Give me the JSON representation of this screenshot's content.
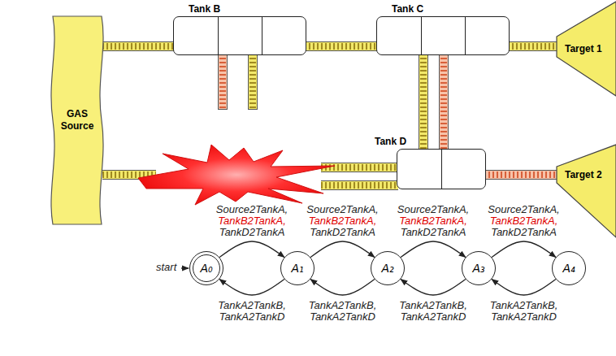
{
  "diagram": {
    "nodes": [
      {
        "text": [
          "GAS Source"
        ]
      },
      {
        "text": [
          "Tank B"
        ]
      },
      {
        "text": [
          "Tank C"
        ]
      },
      {
        "text": [
          "Tank D"
        ]
      },
      {
        "text": [
          "Target 1"
        ]
      },
      {
        "text": [
          "Target 2"
        ]
      },
      {
        "text": [
          "A₀"
        ]
      },
      {
        "text": [
          "A₁"
        ]
      },
      {
        "text": [
          "A₂"
        ]
      },
      {
        "text": [
          "A₃"
        ]
      },
      {
        "text": [
          "A₄"
        ]
      }
    ],
    "edges": [
      {
        "from": 0,
        "to": 1,
        "arrow": "none"
      },
      {
        "from": 1,
        "to": 2,
        "arrow": "none"
      },
      {
        "from": 2,
        "to": 4,
        "arrow": "none"
      },
      {
        "from": 2,
        "to": 3,
        "arrow": "none"
      },
      {
        "from": 2,
        "to": 3,
        "arrow": "none"
      },
      {
        "from": 3,
        "to": 5,
        "arrow": "none"
      },
      {
        "from": 6,
        "to": 7,
        "label": "Source2TankA, TankB2TankA, TankD2TankA",
        "arrow": "to"
      },
      {
        "from": 7,
        "to": 6,
        "label": "TankA2TankB, TankA2TankD",
        "arrow": "to"
      },
      {
        "from": 7,
        "to": 8,
        "label": "Source2TankA, TankB2TankA, TankD2TankA",
        "arrow": "to"
      },
      {
        "from": 8,
        "to": 7,
        "label": "TankA2TankB, TankA2TankD",
        "arrow": "to"
      },
      {
        "from": 8,
        "to": 9,
        "label": "Source2TankA, TankB2TankA, TankD2TankA",
        "arrow": "to"
      },
      {
        "from": 9,
        "to": 8,
        "label": "TankA2TankB, TankA2TankD",
        "arrow": "to"
      },
      {
        "from": 9,
        "to": 10,
        "label": "Source2TankA, TankB2TankA, TankD2TankA",
        "arrow": "to"
      },
      {
        "from": 10,
        "to": 9,
        "label": "TankA2TankB, TankA2TankD",
        "arrow": "to"
      }
    ],
    "labels": [
      "start"
    ]
  }
}
